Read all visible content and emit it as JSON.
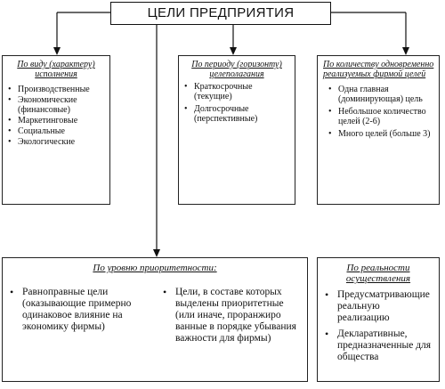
{
  "title": "ЦЕЛИ ПРЕДПРИЯТИЯ",
  "boxes": {
    "by_type": {
      "header": "По виду (характеру) исполнения",
      "items": [
        "Производственные",
        "Экономические (финансовые)",
        "Маркетинговые",
        "Социальные",
        "Экологические"
      ]
    },
    "by_period": {
      "header": "По периоду (горизонту) целеполагания",
      "items": [
        "Краткосрочные (текущие)",
        "Долгосрочные (перспективные)"
      ]
    },
    "by_count": {
      "header": "По количеству одновременно реализуемых фирмой целей",
      "items": [
        "Одна главная (доминирующая) цель",
        "Небольшое количество целей (2-6)",
        "Много целей (больше 3)"
      ]
    },
    "by_priority": {
      "header": "По уровню приоритетности:",
      "left": "Равноправные цели (оказывающие примерно одинаковое влияние на экономику фирмы)",
      "right": "Цели, в составе которых выделены приоритетные (или иначе, проранжиро ванные в порядке убывания важности для фирмы)"
    },
    "by_reality": {
      "header": "По реальности осуществления",
      "items": [
        "Предусматривающие реальную реализацию",
        "Декларативные, предназначенные для общества"
      ]
    }
  }
}
